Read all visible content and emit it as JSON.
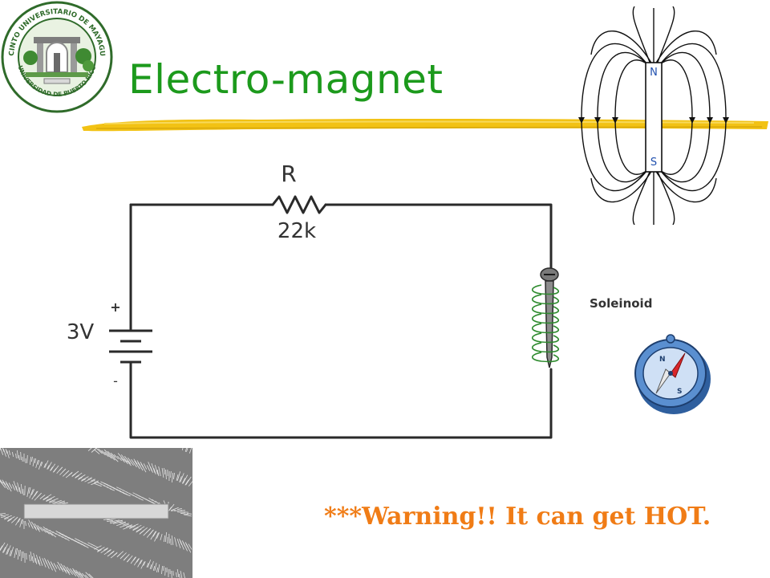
{
  "slide": {
    "title": "Electro-magnet",
    "warning": "***Warning!!  It can get HOT."
  },
  "logo": {
    "ring_top": "RECINTO UNIVERSITARIO DE MAYAGUEZ",
    "ring_bottom": "UNIVERSIDAD DE PUERTO RICO"
  },
  "magnet_figure": {
    "north_label": "N",
    "south_label": "S"
  },
  "circuit": {
    "resistor_name": "R",
    "resistor_value": "22k",
    "battery_voltage": "3V",
    "battery_plus": "+",
    "battery_minus": "-",
    "solenoid_label": "Soleinoid"
  },
  "colors": {
    "title": "#1c9a1c",
    "warning": "#f07c16",
    "brush": "#f2c214",
    "wire": "#2a2a2a",
    "coil": "#2e8b2e",
    "compass_body": "#5a8fd0",
    "seal_green": "#2f6b2a"
  },
  "icons": {
    "seal": "university-seal-icon",
    "compass": "compass-icon",
    "filings": "iron-filings-photo"
  }
}
